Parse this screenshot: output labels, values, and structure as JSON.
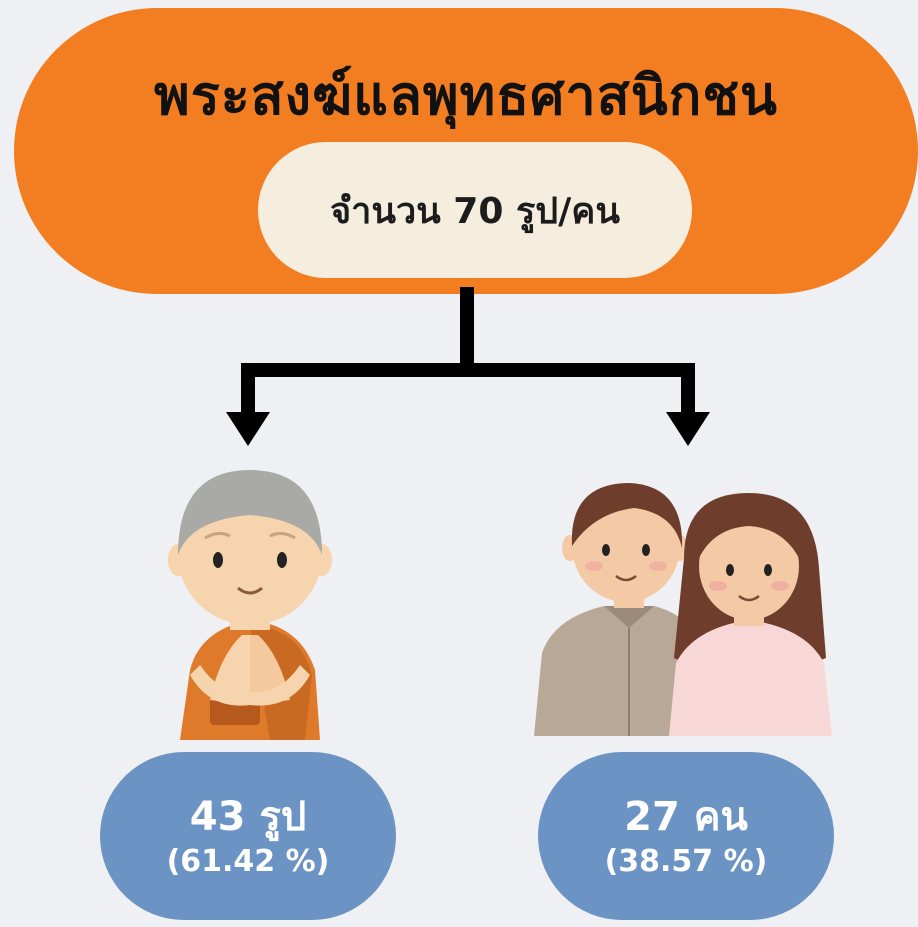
{
  "header": {
    "title": "พระสงฆ์แลพุทธศาสนิกชน",
    "total": "จำนวน 70 รูป/คน"
  },
  "groups": [
    {
      "label": "43 รูป",
      "percent": "(61.42 %)",
      "figure": "monk-icon"
    },
    {
      "label": "27 คน",
      "percent": "(38.57 %)",
      "figure": "laypeople-couple-icon"
    }
  ],
  "colors": {
    "header": "#f37e21",
    "count_pill": "#f5eede",
    "stat_pill": "#6b93c4",
    "background": "#eef0f3",
    "connector": "#000000"
  }
}
